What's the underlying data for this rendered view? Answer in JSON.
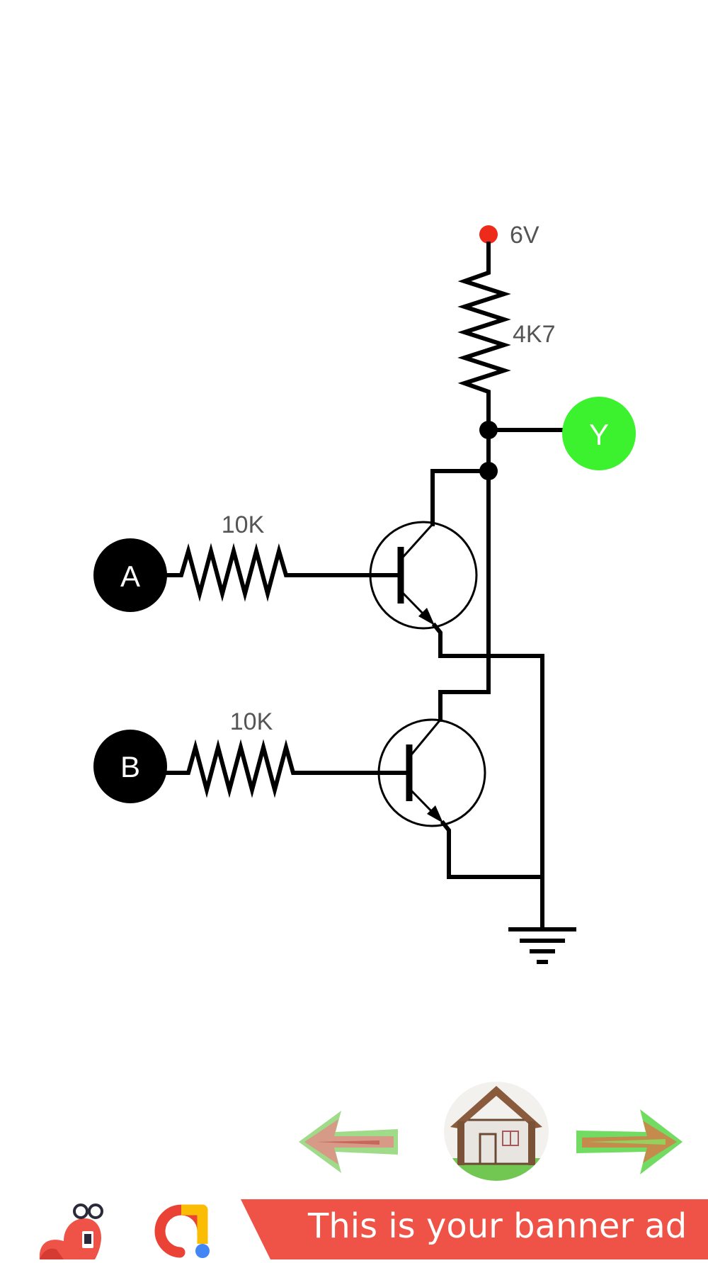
{
  "circuit": {
    "supply_label": "6V",
    "resistor_collector_label": "4K7",
    "resistor_a_label": "10K",
    "resistor_b_label": "10K",
    "input_a_label": "A",
    "input_b_label": "B",
    "output_label": "Y",
    "colors": {
      "supply_dot": "#ee2a1b",
      "output_node": "#3cf22e",
      "input_nodes": "#000000"
    }
  },
  "navigation": {
    "back_icon": "arrow-left-icon",
    "home_icon": "house-icon",
    "forward_icon": "arrow-right-icon"
  },
  "ad_bar": {
    "mascot_icon": "mascot-icon",
    "ad_network_icon": "ad-network-logo-icon",
    "banner_text": "This is your banner ad",
    "banner_color": "#ef5246"
  }
}
